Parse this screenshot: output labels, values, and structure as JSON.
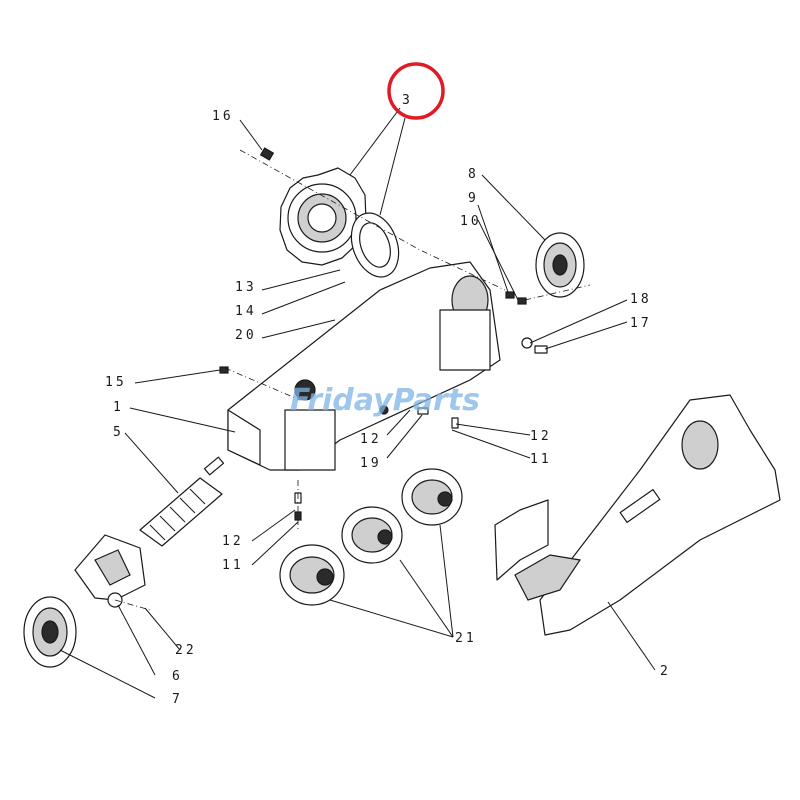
{
  "watermark": {
    "text": "FridayParts",
    "color": "#7fb3e6"
  },
  "highlight": {
    "color": "#e01b24",
    "target": "3"
  },
  "callouts": {
    "c1": "1",
    "c2": "2",
    "c3": "3",
    "c5": "5",
    "c6": "6",
    "c7": "7",
    "c8": "8",
    "c9": "9",
    "c10": "10",
    "c11a": "11",
    "c11b": "11",
    "c12a": "12",
    "c12b": "12",
    "c12c": "12",
    "c13": "13",
    "c14": "14",
    "c15": "15",
    "c16": "16",
    "c17": "17",
    "c18": "18",
    "c19": "19",
    "c20": "20",
    "c21": "21",
    "c22": "22"
  }
}
